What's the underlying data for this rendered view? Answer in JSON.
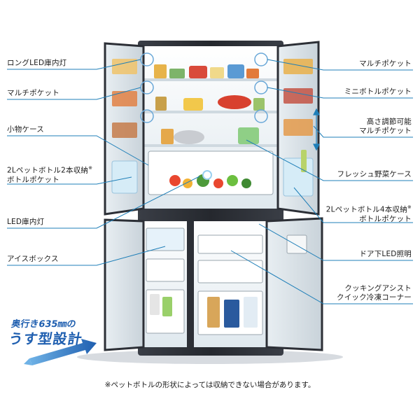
{
  "labels": {
    "long_led": "ロングLED庫内灯",
    "multi_pocket_left": "マルチポケット",
    "small_case": "小物ケース",
    "bottle_2l_2_line1": "2Lペットボトル2本収納",
    "bottle_2l_2_sup": "※",
    "bottle_2l_2_line2": "ボトルポケット",
    "led_light": "LED庫内灯",
    "ice_box": "アイスボックス",
    "multi_pocket_right": "マルチポケット",
    "mini_bottle_pocket": "ミニボトルポケット",
    "adjustable_line1": "高さ調節可能",
    "adjustable_line2": "マルチポケット",
    "fresh_vegetable": "フレッシュ野菜ケース",
    "bottle_2l_4_line1": "2Lペットボトル4本収納",
    "bottle_2l_4_sup": "※",
    "bottle_2l_4_line2": "ボトルポケット",
    "door_led": "ドア下LED照明",
    "cooking_line1": "クッキングアシスト",
    "cooking_line2": "クイック冷凍コーナー"
  },
  "badge": {
    "line1": "奥行き635㎜の",
    "line2": "うす型設計"
  },
  "footnote": "※ペットボトルの形状によっては収納できない場合があります。",
  "colors": {
    "cabinet": "#2c2f36",
    "interior": "#f3f6f8",
    "line": "#1f7fb8",
    "badge": "#1f5fb0"
  }
}
